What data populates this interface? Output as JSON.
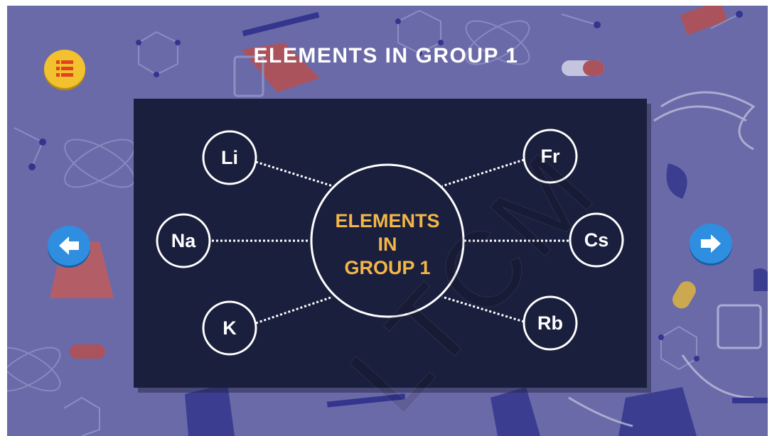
{
  "page": {
    "title": "ELEMENTS IN GROUP 1"
  },
  "colors": {
    "background": "#6b6aa8",
    "panel": "#1a1f3d",
    "accent_text": "#f3b648",
    "menu_button": "#f2c12e",
    "nav_button": "#2f8ee0"
  },
  "controls": {
    "menu_icon": "list-menu-icon",
    "prev_icon": "arrow-left-icon",
    "next_icon": "arrow-right-icon"
  },
  "diagram": {
    "center": [
      "ELEMENTS",
      "IN",
      "GROUP 1"
    ],
    "nodes": [
      {
        "symbol": "Li"
      },
      {
        "symbol": "Na"
      },
      {
        "symbol": "K"
      },
      {
        "symbol": "Fr"
      },
      {
        "symbol": "Cs"
      },
      {
        "symbol": "Rb"
      }
    ]
  },
  "watermark": "LTCM"
}
